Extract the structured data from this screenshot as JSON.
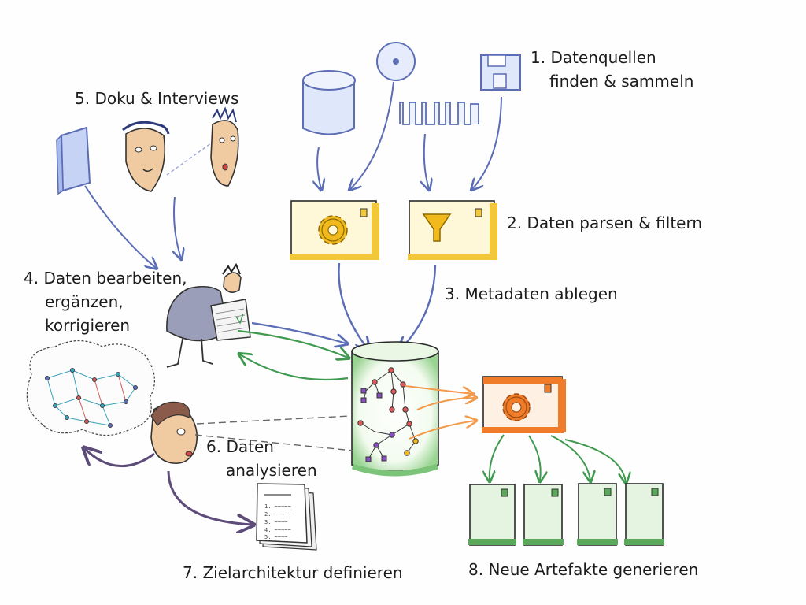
{
  "labels": {
    "step1": [
      "1. Datenquellen",
      "finden & sammeln"
    ],
    "step2": "2. Daten parsen & filtern",
    "step3": "3. Metadaten ablegen",
    "step4": [
      "4. Daten bearbeiten,",
      "ergänzen,",
      "korrigieren"
    ],
    "step5": "5. Doku & Interviews",
    "step6": [
      "6. Daten",
      "analysieren"
    ],
    "step7": "7. Zielarchitektur definieren",
    "step8": "8. Neue Artefakte generieren"
  },
  "document_lines": [
    "1.",
    "2.",
    "3.",
    "4.",
    "5."
  ],
  "colors": {
    "source_blue": "#5b6db5",
    "processor_yellow": "#f3c73a",
    "gear_yellow": "#f1b91c",
    "repository_green": "#7cc47a",
    "generator_orange": "#f07c2a",
    "artifact_green": "#5aa85a",
    "analysis_purple": "#5d4c7a"
  }
}
